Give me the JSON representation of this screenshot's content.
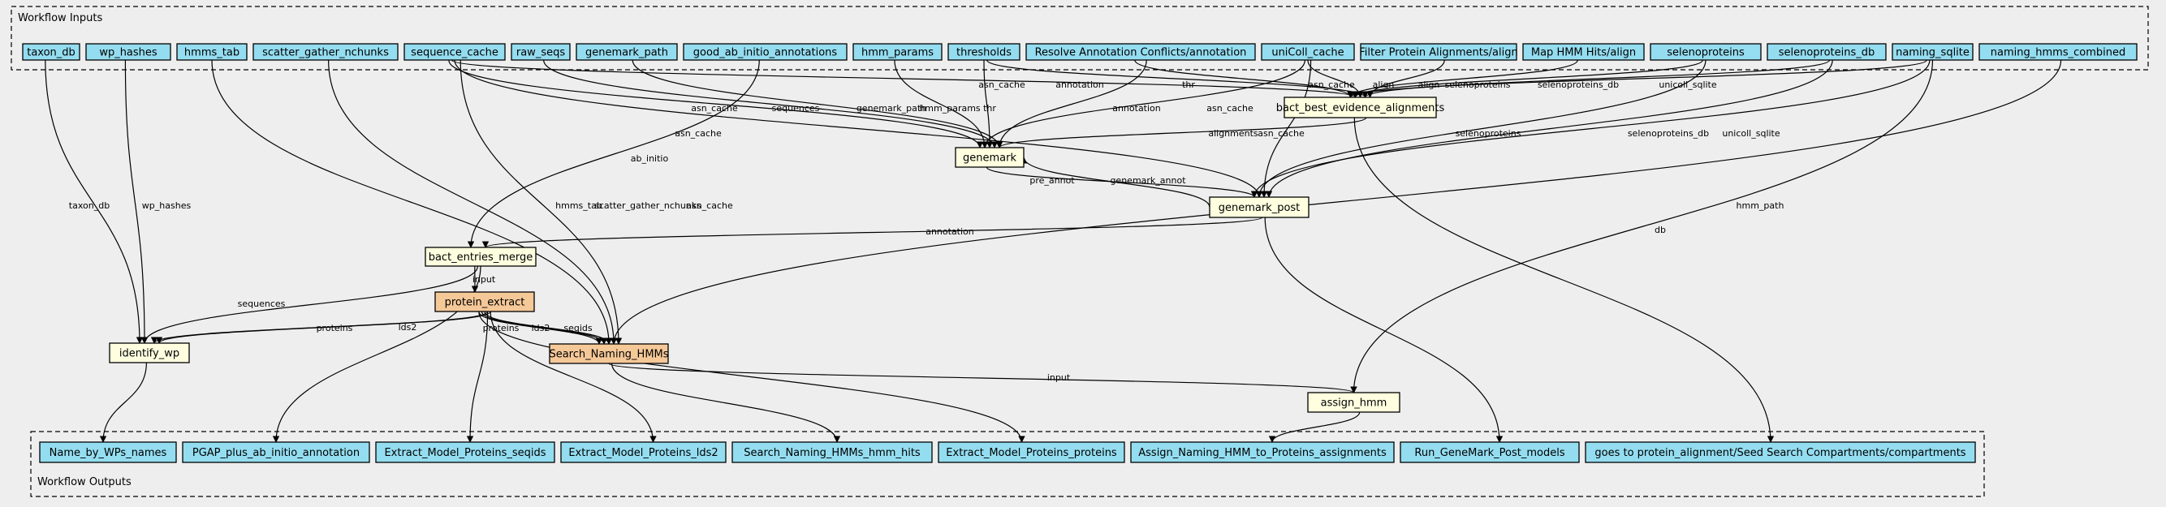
{
  "clusters": {
    "inputs_title": "Workflow Inputs",
    "outputs_title": "Workflow Outputs"
  },
  "colors": {
    "background": "#eeeeee",
    "io_fill": "#94ddf0",
    "step_fill": "#ffffe0",
    "subworkflow_fill": "#f5c898"
  },
  "inputs": [
    {
      "id": "taxon_db",
      "label": "taxon_db"
    },
    {
      "id": "wp_hashes",
      "label": "wp_hashes"
    },
    {
      "id": "hmms_tab",
      "label": "hmms_tab"
    },
    {
      "id": "scatter_gather_nchunks",
      "label": "scatter_gather_nchunks"
    },
    {
      "id": "sequence_cache",
      "label": "sequence_cache"
    },
    {
      "id": "raw_seqs",
      "label": "raw_seqs"
    },
    {
      "id": "genemark_path",
      "label": "genemark_path"
    },
    {
      "id": "good_ab_initio_annotations",
      "label": "good_ab_initio_annotations"
    },
    {
      "id": "hmm_params",
      "label": "hmm_params"
    },
    {
      "id": "thresholds",
      "label": "thresholds"
    },
    {
      "id": "resolve_annot",
      "label": "Resolve Annotation Conflicts/annotation"
    },
    {
      "id": "unicoll_cache",
      "label": "uniColl_cache"
    },
    {
      "id": "filter_align",
      "label": "Filter Protein Alignments/align"
    },
    {
      "id": "map_hmm",
      "label": "Map HMM Hits/align"
    },
    {
      "id": "selenoproteins",
      "label": "selenoproteins"
    },
    {
      "id": "selenoproteins_db",
      "label": "selenoproteins_db"
    },
    {
      "id": "naming_sqlite",
      "label": "naming_sqlite"
    },
    {
      "id": "naming_hmms_combined",
      "label": "naming_hmms_combined"
    }
  ],
  "steps": [
    {
      "id": "bact_best",
      "label": "bact_best_evidence_alignments",
      "kind": "step"
    },
    {
      "id": "genemark",
      "label": "genemark",
      "kind": "step"
    },
    {
      "id": "genemark_post",
      "label": "genemark_post",
      "kind": "step"
    },
    {
      "id": "bact_entries_merge",
      "label": "bact_entries_merge",
      "kind": "step"
    },
    {
      "id": "protein_extract",
      "label": "protein_extract",
      "kind": "subworkflow"
    },
    {
      "id": "identify_wp",
      "label": "identify_wp",
      "kind": "step"
    },
    {
      "id": "search_naming",
      "label": "Search_Naming_HMMs",
      "kind": "subworkflow"
    },
    {
      "id": "assign_hmm",
      "label": "assign_hmm",
      "kind": "step"
    }
  ],
  "outputs": [
    {
      "id": "o_name_by_wp",
      "label": "Name_by_WPs_names"
    },
    {
      "id": "o_pgap_plus",
      "label": "PGAP_plus_ab_initio_annotation"
    },
    {
      "id": "o_seqids",
      "label": "Extract_Model_Proteins_seqids"
    },
    {
      "id": "o_lds2",
      "label": "Extract_Model_Proteins_lds2"
    },
    {
      "id": "o_hmm_hits",
      "label": "Search_Naming_HMMs_hmm_hits"
    },
    {
      "id": "o_proteins",
      "label": "Extract_Model_Proteins_proteins"
    },
    {
      "id": "o_assign",
      "label": "Assign_Naming_HMM_to_Proteins_assignments"
    },
    {
      "id": "o_run_gm",
      "label": "Run_GeneMark_Post_models"
    },
    {
      "id": "o_goes_to",
      "label": "goes to protein_alignment/Seed Search Compartments/compartments"
    }
  ],
  "edges": [
    {
      "from": "taxon_db",
      "to": "identify_wp",
      "label": "taxon_db"
    },
    {
      "from": "wp_hashes",
      "to": "identify_wp",
      "label": "wp_hashes"
    },
    {
      "from": "hmms_tab",
      "to": "search_naming",
      "label": "hmms_tab"
    },
    {
      "from": "scatter_gather_nchunks",
      "to": "search_naming",
      "label": "scatter_gather_nchunks"
    },
    {
      "from": "sequence_cache",
      "to": "search_naming",
      "label": "asn_cache"
    },
    {
      "from": "sequence_cache",
      "to": "genemark",
      "label": "asn_cache"
    },
    {
      "from": "sequence_cache",
      "to": "bact_best",
      "label": "asn_cache"
    },
    {
      "from": "sequence_cache",
      "to": "genemark_post",
      "label": "asn_cache"
    },
    {
      "from": "raw_seqs",
      "to": "genemark",
      "label": "sequences"
    },
    {
      "from": "genemark_path",
      "to": "genemark",
      "label": "genemark_path"
    },
    {
      "from": "good_ab_initio_annotations",
      "to": "bact_entries_merge",
      "label": "ab_initio"
    },
    {
      "from": "hmm_params",
      "to": "genemark",
      "label": "hmm_params"
    },
    {
      "from": "thresholds",
      "to": "genemark",
      "label": "thr"
    },
    {
      "from": "thresholds",
      "to": "bact_best",
      "label": "thr"
    },
    {
      "from": "resolve_annot",
      "to": "genemark",
      "label": "annotation"
    },
    {
      "from": "resolve_annot",
      "to": "bact_best",
      "label": "annotation"
    },
    {
      "from": "unicoll_cache",
      "to": "genemark",
      "label": "asn_cache"
    },
    {
      "from": "unicoll_cache",
      "to": "bact_best",
      "label": "asn_cache"
    },
    {
      "from": "unicoll_cache",
      "to": "genemark_post",
      "label": "asn_cache"
    },
    {
      "from": "filter_align",
      "to": "bact_best",
      "label": "align"
    },
    {
      "from": "map_hmm",
      "to": "bact_best",
      "label": "align"
    },
    {
      "from": "selenoproteins",
      "to": "bact_best",
      "label": "selenoproteins"
    },
    {
      "from": "selenoproteins",
      "to": "genemark_post",
      "label": "selenoproteins"
    },
    {
      "from": "selenoproteins_db",
      "to": "bact_best",
      "label": "selenoproteins_db"
    },
    {
      "from": "selenoproteins_db",
      "to": "genemark_post",
      "label": "selenoproteins_db"
    },
    {
      "from": "naming_sqlite",
      "to": "bact_best",
      "label": "unicoll_sqlite"
    },
    {
      "from": "naming_sqlite",
      "to": "genemark_post",
      "label": "unicoll_sqlite"
    },
    {
      "from": "naming_sqlite",
      "to": "assign_hmm",
      "label": "db"
    },
    {
      "from": "naming_hmms_combined",
      "to": "search_naming",
      "label": "hmm_path"
    },
    {
      "from": "bact_best",
      "to": "genemark",
      "label": "alignments"
    },
    {
      "from": "bact_best",
      "to": "o_goes_to",
      "label": ""
    },
    {
      "from": "genemark",
      "to": "genemark_post",
      "label": "pre_annot"
    },
    {
      "from": "genemark_post",
      "to": "genemark",
      "label": "genemark_annot"
    },
    {
      "from": "genemark_post",
      "to": "bact_entries_merge",
      "label": "annotation"
    },
    {
      "from": "genemark_post",
      "to": "o_run_gm",
      "label": ""
    },
    {
      "from": "bact_entries_merge",
      "to": "protein_extract",
      "label": "input"
    },
    {
      "from": "bact_entries_merge",
      "to": "identify_wp",
      "label": "sequences"
    },
    {
      "from": "bact_entries_merge",
      "to": "o_pgap_plus",
      "label": ""
    },
    {
      "from": "protein_extract",
      "to": "identify_wp",
      "label": "proteins"
    },
    {
      "from": "protein_extract",
      "to": "identify_wp",
      "label": "lds2"
    },
    {
      "from": "protein_extract",
      "to": "search_naming",
      "label": "proteins"
    },
    {
      "from": "protein_extract",
      "to": "search_naming",
      "label": "lds2"
    },
    {
      "from": "protein_extract",
      "to": "search_naming",
      "label": "seqids"
    },
    {
      "from": "protein_extract",
      "to": "o_seqids",
      "label": ""
    },
    {
      "from": "protein_extract",
      "to": "o_lds2",
      "label": ""
    },
    {
      "from": "protein_extract",
      "to": "o_proteins",
      "label": ""
    },
    {
      "from": "identify_wp",
      "to": "o_name_by_wp",
      "label": ""
    },
    {
      "from": "search_naming",
      "to": "assign_hmm",
      "label": "input"
    },
    {
      "from": "search_naming",
      "to": "o_hmm_hits",
      "label": ""
    },
    {
      "from": "assign_hmm",
      "to": "o_assign",
      "label": ""
    }
  ]
}
